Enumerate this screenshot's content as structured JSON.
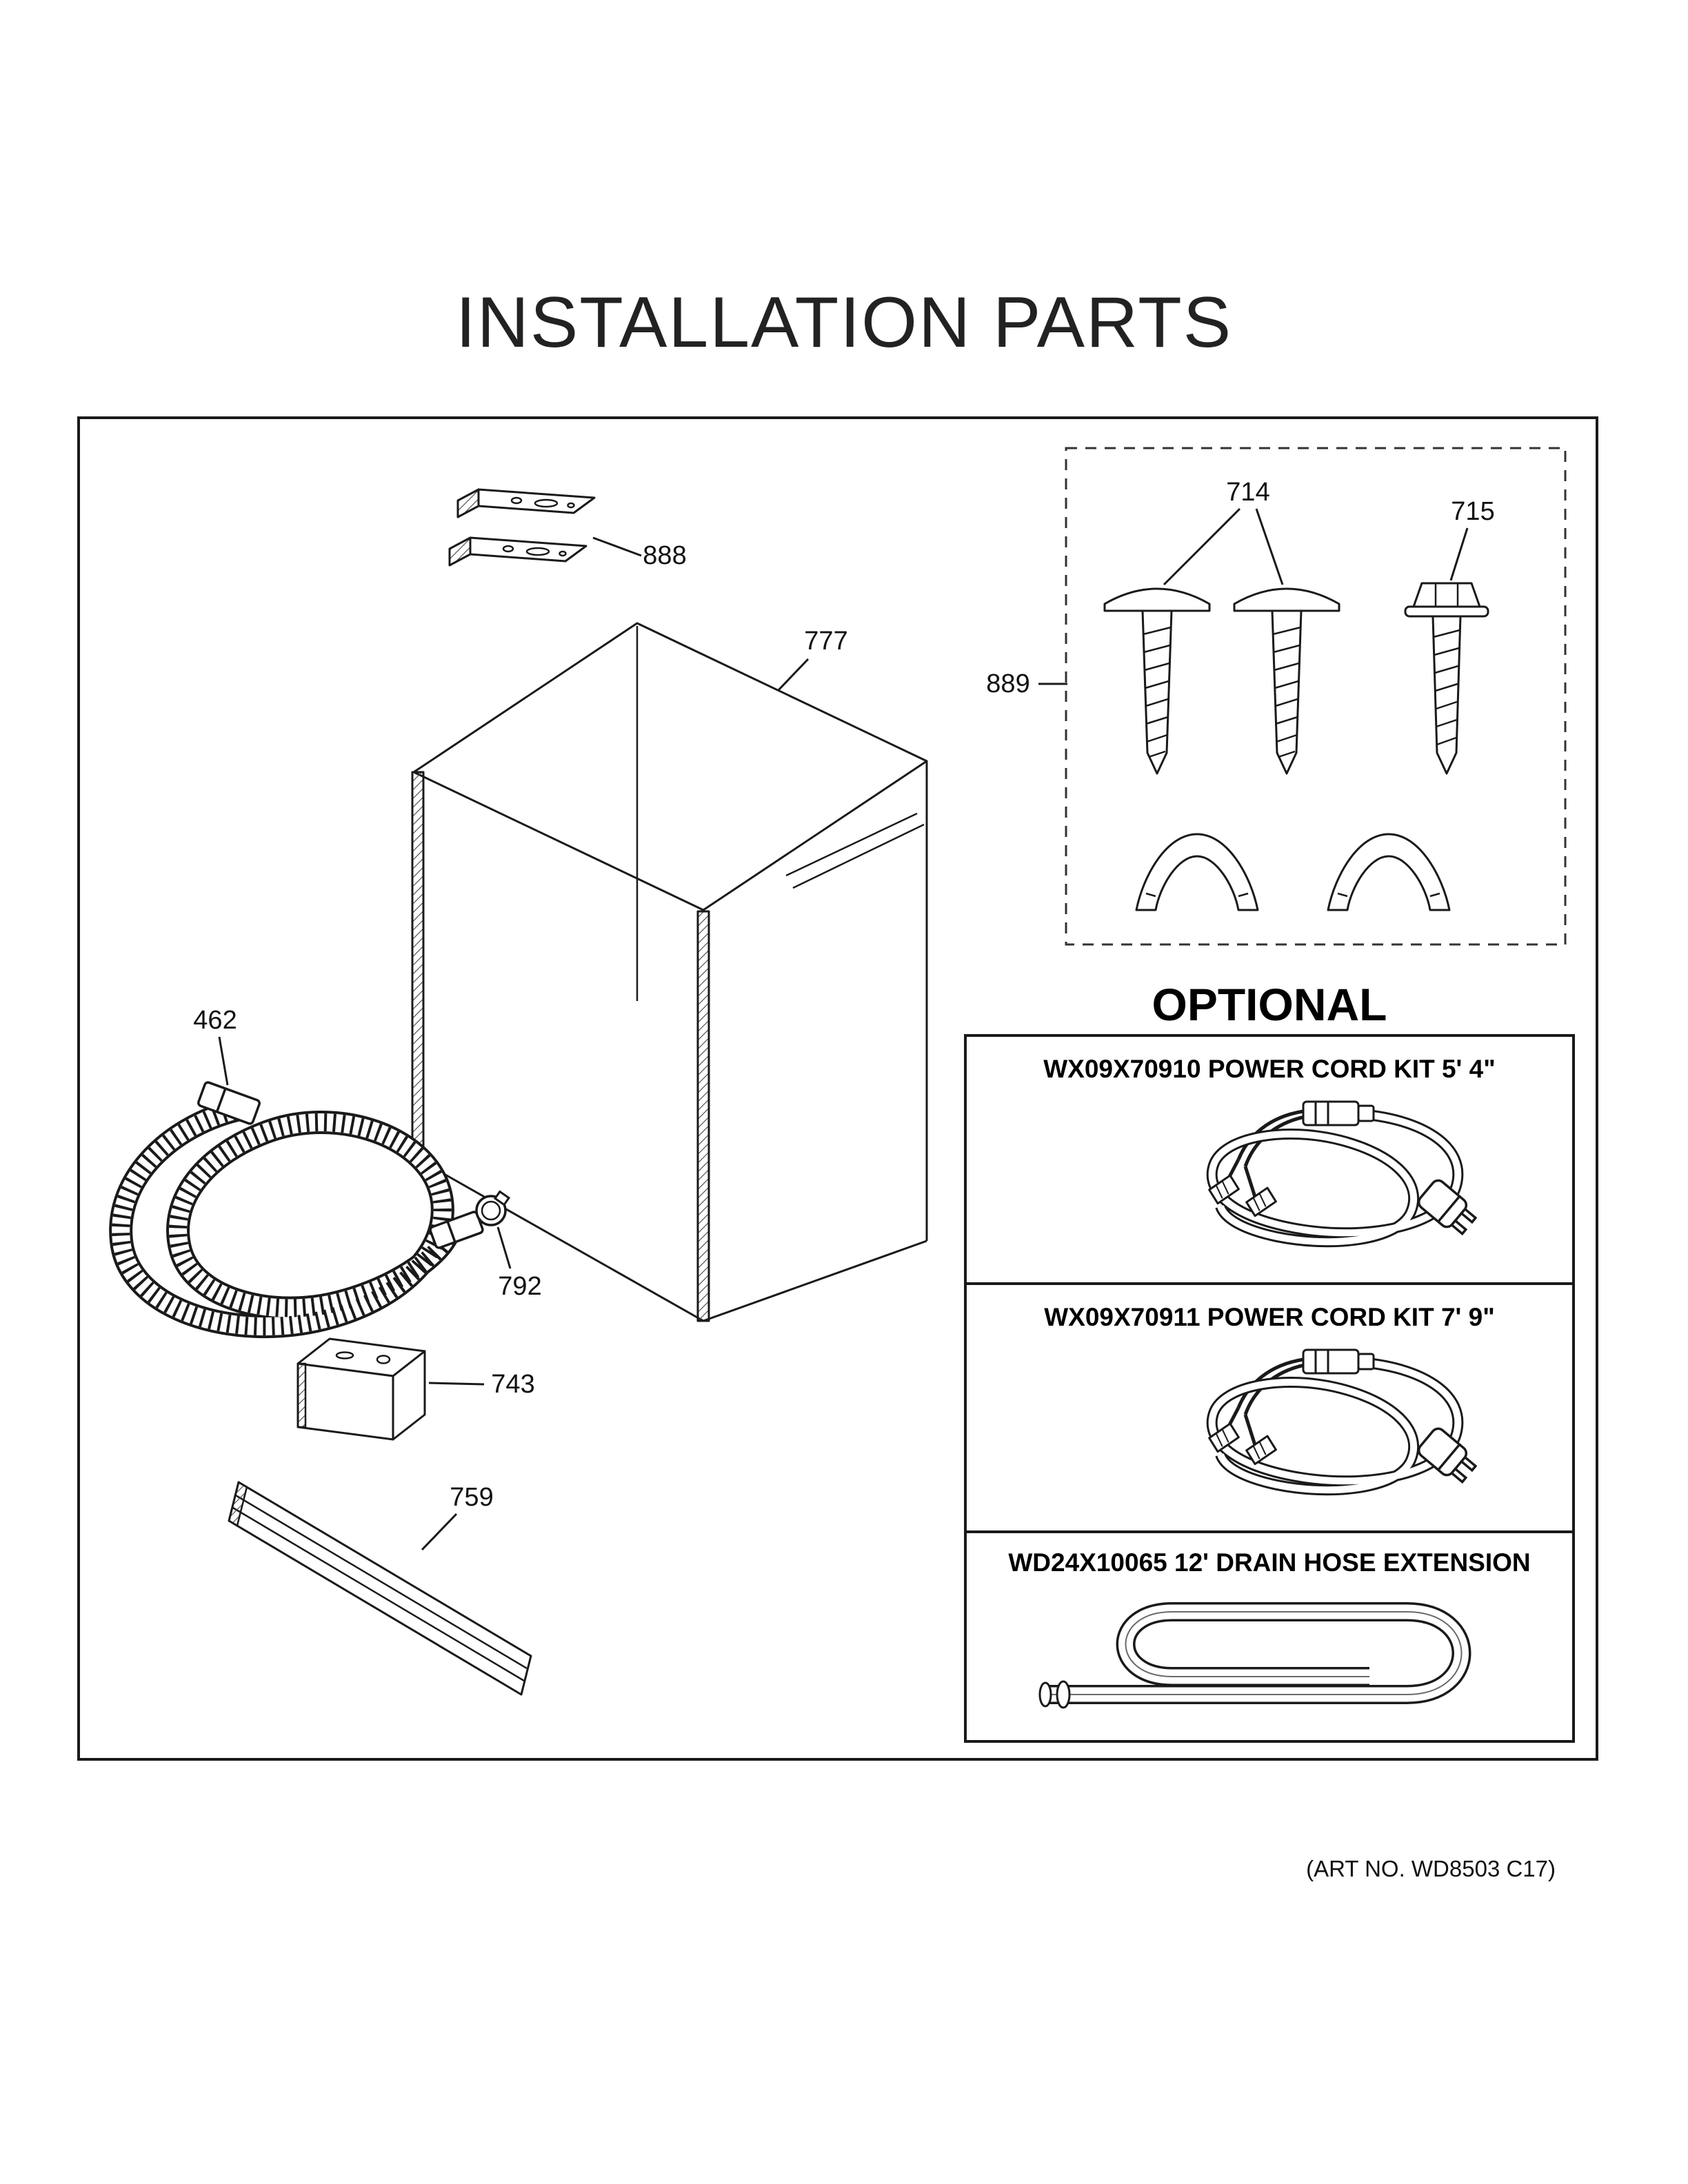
{
  "page": {
    "title": "INSTALLATION PARTS",
    "art_no": "(ART NO. WD8503 C17)"
  },
  "part_labels": {
    "brackets": "888",
    "insulation_wrap": "777",
    "truss_screws": "714",
    "hex_screw": "715",
    "hardware_group": "889",
    "drain_hose": "462",
    "hose_clamp": "792",
    "mounting_bracket": "743",
    "trim_strip": "759"
  },
  "optional": {
    "heading": "OPTIONAL",
    "items": [
      {
        "label": "WX09X70910 POWER CORD KIT 5' 4\""
      },
      {
        "label": "WX09X70911 POWER CORD KIT 7' 9\""
      },
      {
        "label": "WD24X10065 12' DRAIN HOSE EXTENSION"
      }
    ]
  }
}
